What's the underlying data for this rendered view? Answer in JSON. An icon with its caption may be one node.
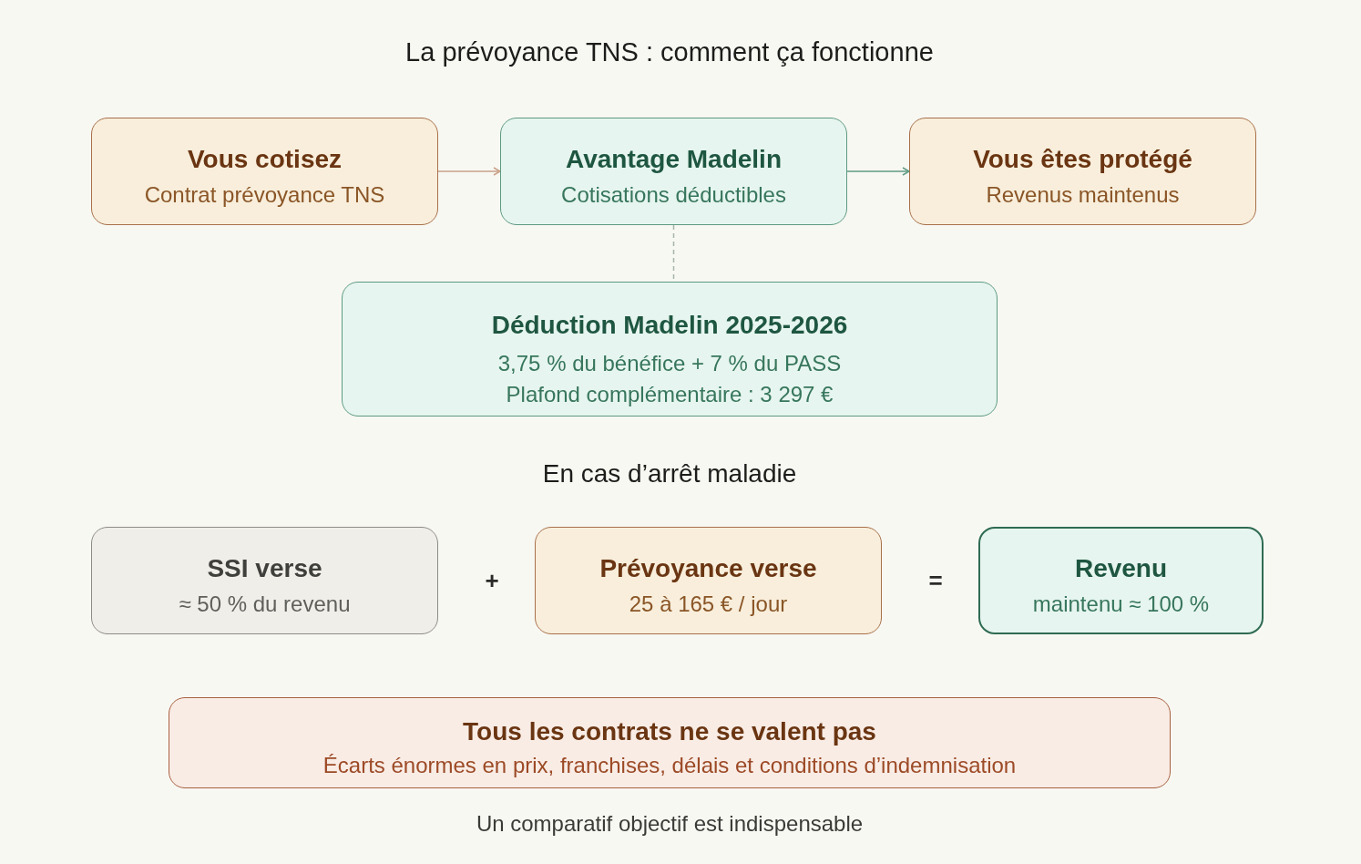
{
  "diagram": {
    "title": "La prévoyance TNS : comment ça fonctionne",
    "nodes": [
      {
        "text": [
          "Vous cotisez",
          "Contrat prévoyance TNS"
        ]
      },
      {
        "text": [
          "Avantage Madelin",
          "Cotisations déductibles"
        ]
      },
      {
        "text": [
          "Vous êtes protégé",
          "Revenus maintenus"
        ]
      },
      {
        "text": [
          "Déduction Madelin 2025-2026",
          "3,75 % du bénéfice + 7 % du PASS",
          "Plafond complémentaire : 3 297 €"
        ]
      },
      {
        "text": [
          "SSI verse",
          "≈ 50 % du revenu"
        ]
      },
      {
        "text": [
          "Prévoyance verse",
          "25 à 165 € / jour"
        ]
      },
      {
        "text": [
          "Revenu",
          "maintenu ≈ 100 %"
        ]
      },
      {
        "text": [
          "Tous les contrats ne se valent pas",
          "Écarts énormes en prix, franchises, délais et conditions d’indemnisation"
        ]
      }
    ],
    "edges": [
      {
        "from": 0,
        "to": 1,
        "arrow": "to",
        "color": "#c9a088"
      },
      {
        "from": 1,
        "to": 2,
        "arrow": "to",
        "color": "#5f9c84"
      },
      {
        "from": 1,
        "to": 3,
        "arrow": "none",
        "style": "dashed",
        "color": "#a3b5aa"
      }
    ],
    "labels": [
      "En cas d’arrêt maladie",
      "+",
      "=",
      "Un comparatif objectif est indispensable"
    ]
  }
}
